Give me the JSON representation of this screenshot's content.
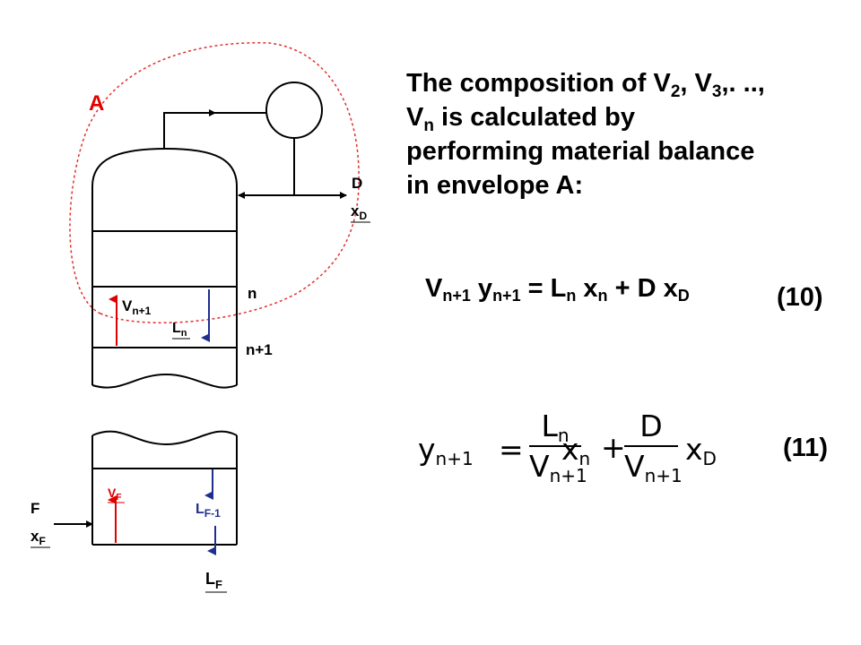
{
  "diagram": {
    "envelope_label": "A",
    "distillate": {
      "flow": "D",
      "comp_var": "x",
      "comp_sub": "D"
    },
    "stage_n": "n",
    "stage_n1": "n+1",
    "vapor_up": {
      "var": "V",
      "sub": "n+1"
    },
    "liquid_down": {
      "var": "L",
      "sub": "n"
    },
    "feed": {
      "flow": "F",
      "comp_var": "x",
      "comp_sub": "F"
    },
    "feed_vapor": {
      "var": "V",
      "sub": "F"
    },
    "liquid_above_feed": {
      "var": "L",
      "sub": "F-1"
    },
    "liquid_below_feed": {
      "var": "L",
      "sub": "F"
    },
    "colors": {
      "vapor_arrow": "#e00000",
      "liquid_arrow": "#1f2f8f",
      "envelope": "#e03030",
      "label_A": "#e00000"
    }
  },
  "description": {
    "line1_pre": "The composition of V",
    "s1": "2",
    "mid1": ", V",
    "s2": "3",
    "mid2": ",. ..,",
    "line2_var": "V",
    "s3": "n",
    "line2_post": " is calculated by",
    "line3": "performing material balance",
    "line4": "in envelope A:"
  },
  "eq10": {
    "t1": "V",
    "s1": "n+1",
    "t2": " y",
    "s2": "n+1",
    "t3": " = L",
    "s3": "n",
    "t4": " x",
    "s4": "n",
    "t5": " + D x",
    "s5": "D",
    "number": "(10)"
  },
  "eq11": {
    "lhs_var": "y",
    "lhs_sub": "n+1",
    "equals": "=",
    "frac1_num_var": "L",
    "frac1_num_sub": "n",
    "frac1_den_var": "V",
    "frac1_den_sub": "n+1",
    "x1_var": "x",
    "x1_sub": "n",
    "plus": "+",
    "frac2_num": "D",
    "frac2_den_var": "V",
    "frac2_den_sub": "n+1",
    "x2_var": "x",
    "x2_sub": "D",
    "number": "(11)"
  }
}
